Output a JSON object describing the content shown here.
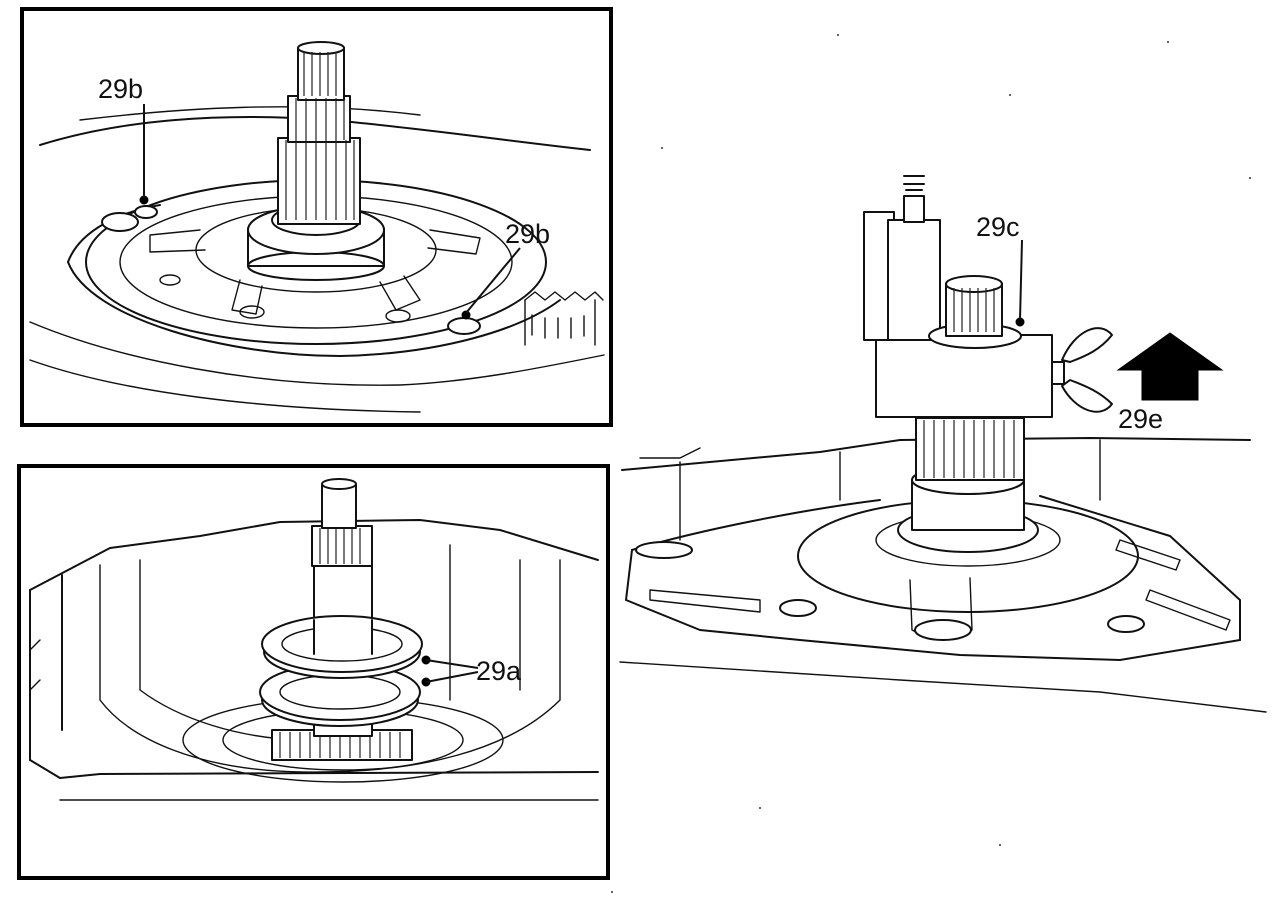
{
  "labels": {
    "bolt_left": "29b",
    "bolt_right": "29b",
    "spacers": "29a",
    "puller": "29c",
    "wing_nut": "29e"
  }
}
